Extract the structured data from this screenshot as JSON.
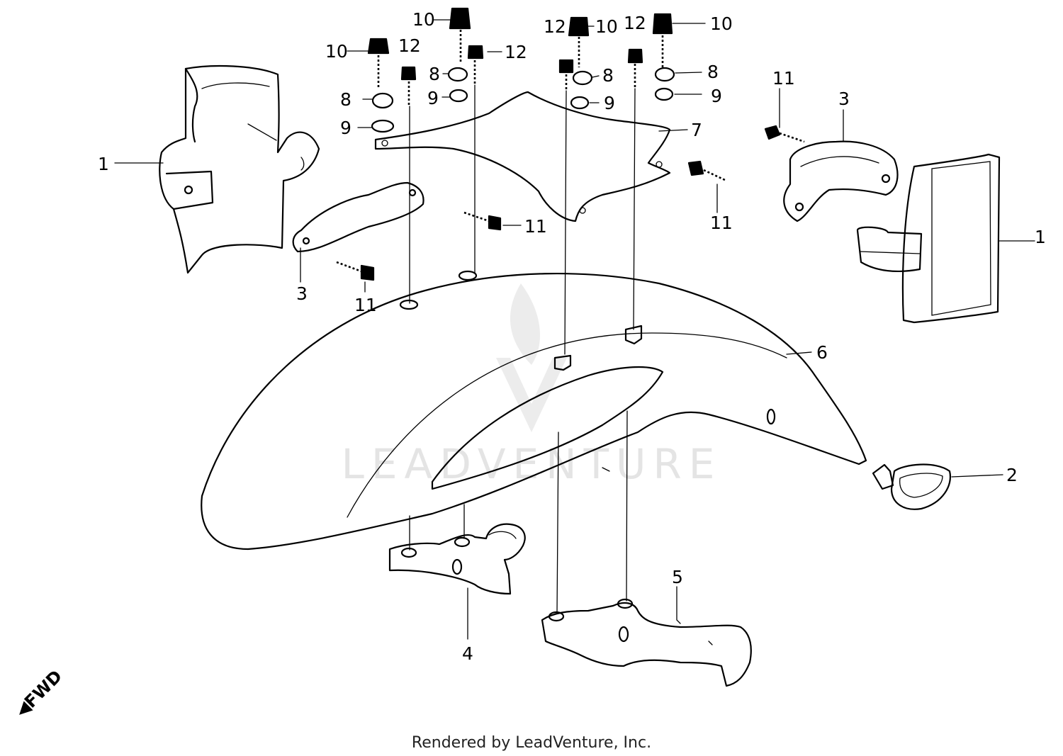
{
  "diagram": {
    "callouts": [
      {
        "id": "c-1-left",
        "text": "1"
      },
      {
        "id": "c-1-right",
        "text": "1"
      },
      {
        "id": "c-2",
        "text": "2"
      },
      {
        "id": "c-3-left",
        "text": "3"
      },
      {
        "id": "c-3-right",
        "text": "3"
      },
      {
        "id": "c-4",
        "text": "4"
      },
      {
        "id": "c-5",
        "text": "5"
      },
      {
        "id": "c-6",
        "text": "6"
      },
      {
        "id": "c-7",
        "text": "7"
      },
      {
        "id": "c-8-a",
        "text": "8"
      },
      {
        "id": "c-8-b",
        "text": "8"
      },
      {
        "id": "c-8-c",
        "text": "8"
      },
      {
        "id": "c-8-d",
        "text": "8"
      },
      {
        "id": "c-9-a",
        "text": "9"
      },
      {
        "id": "c-9-b",
        "text": "9"
      },
      {
        "id": "c-9-c",
        "text": "9"
      },
      {
        "id": "c-9-d",
        "text": "9"
      },
      {
        "id": "c-10-a",
        "text": "10"
      },
      {
        "id": "c-10-b",
        "text": "10"
      },
      {
        "id": "c-10-c",
        "text": "10"
      },
      {
        "id": "c-10-d",
        "text": "10"
      },
      {
        "id": "c-11-a",
        "text": "11"
      },
      {
        "id": "c-11-b",
        "text": "11"
      },
      {
        "id": "c-11-c",
        "text": "11"
      },
      {
        "id": "c-11-d",
        "text": "11"
      },
      {
        "id": "c-12-a",
        "text": "12"
      },
      {
        "id": "c-12-b",
        "text": "12"
      },
      {
        "id": "c-12-c",
        "text": "12"
      },
      {
        "id": "c-12-d",
        "text": "12"
      }
    ],
    "direction_marker": "FWD",
    "watermark": "LEADVENTURE"
  },
  "footer": {
    "text": "Rendered by LeadVenture, Inc."
  }
}
